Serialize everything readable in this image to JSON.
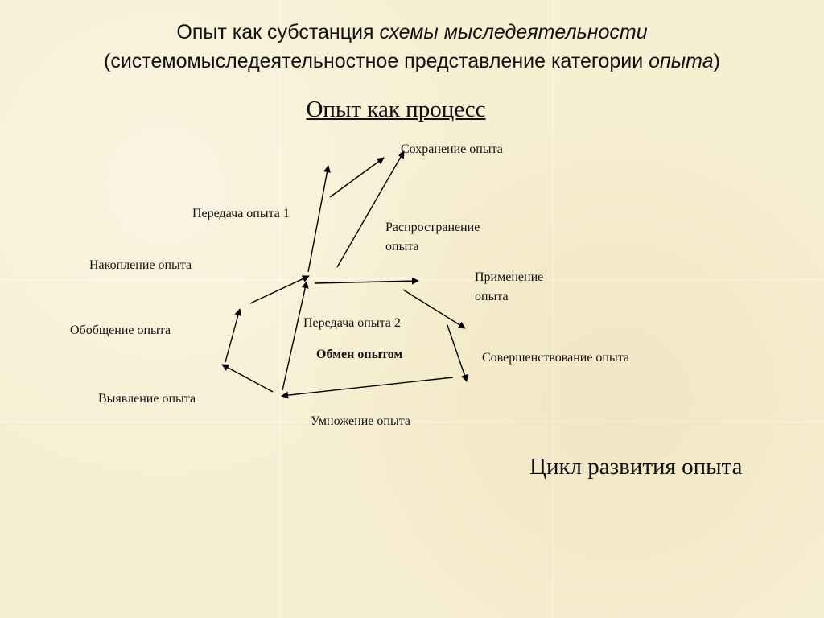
{
  "title": {
    "line1_a": "Опыт как субстанция ",
    "line1_b": "схемы мыследеятельности",
    "line2_a": "(системомыследеятельностное представление категории ",
    "line2_b": "опыта",
    "line2_c": ")"
  },
  "subtitle": "Опыт как процесс",
  "labels": {
    "preservation": "Сохранение опыта",
    "transfer1": "Передача опыта 1",
    "dissemination_1": "Распространение",
    "dissemination_2": "опыта",
    "accumulation": "Накопление опыта",
    "application_1": "Применение",
    "application_2": "опыта",
    "transfer2": "Передача опыта 2",
    "generalization": "Обобщение опыта",
    "exchange": "Обмен опытом",
    "improvement": "Совершенствование опыта",
    "identification": "Выявление опыта",
    "multiplication": "Умножение опыта"
  },
  "footer": "Цикл развития опыта",
  "colors": {
    "background": "#f7efd2",
    "ink": "#111111"
  }
}
